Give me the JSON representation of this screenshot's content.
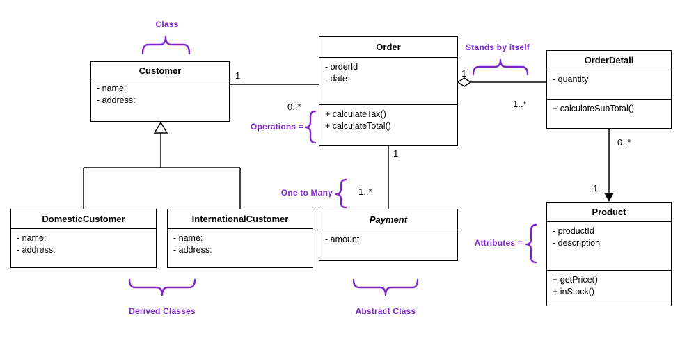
{
  "colors": {
    "line": "#000000",
    "annotation": "#7d26cb",
    "box_bg": "#ffffff",
    "text": "#000000"
  },
  "classes": {
    "customer": {
      "name": "Customer",
      "attributes": [
        "- name:",
        "- address:"
      ]
    },
    "order": {
      "name": "Order",
      "attributes": [
        "- orderId",
        "- date:"
      ],
      "operations": [
        "+ calculateTax()",
        "+ calculateTotal()"
      ]
    },
    "order_detail": {
      "name": "OrderDetail",
      "attributes": [
        "- quantity"
      ],
      "operations": [
        "+ calculateSubTotal()"
      ]
    },
    "domestic_customer": {
      "name": "DomesticCustomer",
      "attributes": [
        "- name:",
        "- address:"
      ]
    },
    "international_customer": {
      "name": "InternationalCustomer",
      "attributes": [
        "- name:",
        "- address:"
      ]
    },
    "payment": {
      "name": "Payment",
      "abstract": true,
      "attributes": [
        "- amount"
      ]
    },
    "product": {
      "name": "Product",
      "attributes": [
        "- productId",
        "- description"
      ],
      "operations": [
        "+ getPrice()",
        "+ inStock()"
      ]
    }
  },
  "multiplicities": {
    "customer_order": {
      "customer_end": "1",
      "order_end": "0..*"
    },
    "order_orderdetail": {
      "order_end": "1",
      "orderdetail_end": "1..*"
    },
    "order_payment": {
      "order_end": "1",
      "payment_end": "1..*"
    },
    "orderdetail_product": {
      "orderdetail_end": "0..*",
      "product_end": "1"
    }
  },
  "annotations": {
    "class_label": "Class",
    "operations_label": "Operations =",
    "stands_by_itself_label": "Stands by itself",
    "one_to_many_label": "One to Many",
    "attributes_label": "Attributes =",
    "derived_classes_label": "Derived Classes",
    "abstract_class_label": "Abstract Class"
  }
}
